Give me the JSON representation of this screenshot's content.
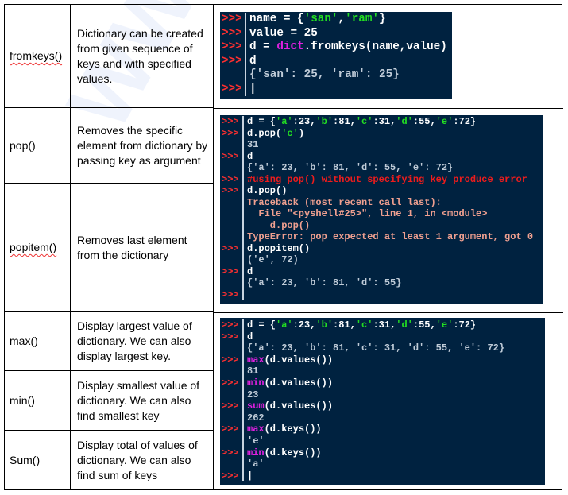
{
  "rows": [
    {
      "fn": "fromkeys()",
      "desc": "Dictionary can be created from given sequence of keys and with specified values."
    },
    {
      "fn": "pop()",
      "desc": "Removes the specific element from dictionary by passing key as argument"
    },
    {
      "fn": "popitem()",
      "desc": "Removes last element from the dictionary"
    },
    {
      "fn": "max()",
      "desc": "Display largest value of dictionary. We can also display largest key."
    },
    {
      "fn": "min()",
      "desc": "Display smallest value of dictionary. We can also find smallest key"
    },
    {
      "fn": "Sum()",
      "desc": "Display total of values of dictionary. We can also find sum of keys"
    }
  ],
  "prompt": ">>>",
  "colors": {
    "terminal_bg": "#002240",
    "prompt": "#ff3030",
    "string": "#22dd22",
    "builtin": "#e020e0",
    "output": "#c0ccd8",
    "error": "#f0a090",
    "comment": "#ee1c1c"
  },
  "terminals": [
    {
      "lines": [
        {
          "p": true,
          "s": [
            [
              "w",
              "name = {"
            ],
            [
              "g",
              "'san'"
            ],
            [
              "w",
              ","
            ],
            [
              "g",
              "'ram'"
            ],
            [
              "w",
              "}"
            ]
          ]
        },
        {
          "p": true,
          "s": [
            [
              "w",
              "value = 25"
            ]
          ]
        },
        {
          "p": true,
          "s": [
            [
              "w",
              "d = "
            ],
            [
              "m",
              "dict"
            ],
            [
              "w",
              ".fromkeys(name,value)"
            ]
          ]
        },
        {
          "p": true,
          "s": [
            [
              "w",
              "d"
            ]
          ]
        },
        {
          "p": false,
          "s": [
            [
              "o",
              "{'san': 25, 'ram': 25}"
            ]
          ]
        },
        {
          "p": true,
          "s": [
            [
              "w",
              "|"
            ]
          ]
        }
      ]
    },
    {
      "lines": [
        {
          "p": true,
          "s": [
            [
              "w",
              "d = {"
            ],
            [
              "g",
              "'a'"
            ],
            [
              "w",
              ":23,"
            ],
            [
              "g",
              "'b'"
            ],
            [
              "w",
              ":81,"
            ],
            [
              "g",
              "'c'"
            ],
            [
              "w",
              ":31,"
            ],
            [
              "g",
              "'d'"
            ],
            [
              "w",
              ":55,"
            ],
            [
              "g",
              "'e'"
            ],
            [
              "w",
              ":72}"
            ]
          ]
        },
        {
          "p": true,
          "s": [
            [
              "w",
              "d.pop("
            ],
            [
              "g",
              "'c'"
            ],
            [
              "w",
              ")"
            ]
          ]
        },
        {
          "p": false,
          "s": [
            [
              "o",
              "31"
            ]
          ]
        },
        {
          "p": true,
          "s": [
            [
              "w",
              "d"
            ]
          ]
        },
        {
          "p": false,
          "s": [
            [
              "o",
              "{'a': 23, 'b': 81, 'd': 55, 'e': 72}"
            ]
          ]
        },
        {
          "p": true,
          "s": [
            [
              "r",
              "#using pop() without specifying key produce error"
            ]
          ]
        },
        {
          "p": true,
          "s": [
            [
              "w",
              "d.pop()"
            ]
          ]
        },
        {
          "p": false,
          "s": [
            [
              "e",
              "Traceback (most recent call last):"
            ]
          ]
        },
        {
          "p": false,
          "s": [
            [
              "e",
              "  File \"<pyshell#25>\", line 1, in <module>"
            ]
          ]
        },
        {
          "p": false,
          "s": [
            [
              "e",
              "    d.pop()"
            ]
          ]
        },
        {
          "p": false,
          "s": [
            [
              "e",
              "TypeError: pop expected at least 1 argument, got 0"
            ]
          ]
        },
        {
          "p": true,
          "s": [
            [
              "w",
              "d.popitem()"
            ]
          ]
        },
        {
          "p": false,
          "s": [
            [
              "o",
              "('e', 72)"
            ]
          ]
        },
        {
          "p": true,
          "s": [
            [
              "w",
              "d"
            ]
          ]
        },
        {
          "p": false,
          "s": [
            [
              "o",
              "{'a': 23, 'b': 81, 'd': 55}"
            ]
          ]
        },
        {
          "p": true,
          "s": [
            [
              "w",
              ""
            ]
          ]
        }
      ]
    },
    {
      "lines": [
        {
          "p": true,
          "s": [
            [
              "w",
              "d = {"
            ],
            [
              "g",
              "'a'"
            ],
            [
              "w",
              ":23,"
            ],
            [
              "g",
              "'b'"
            ],
            [
              "w",
              ":81,"
            ],
            [
              "g",
              "'c'"
            ],
            [
              "w",
              ":31,"
            ],
            [
              "g",
              "'d'"
            ],
            [
              "w",
              ":55,"
            ],
            [
              "g",
              "'e'"
            ],
            [
              "w",
              ":72}"
            ]
          ]
        },
        {
          "p": true,
          "s": [
            [
              "w",
              "d"
            ]
          ]
        },
        {
          "p": false,
          "s": [
            [
              "o",
              "{'a': 23, 'b': 81, 'c': 31, 'd': 55, 'e': 72}"
            ]
          ]
        },
        {
          "p": true,
          "s": [
            [
              "m",
              "max"
            ],
            [
              "w",
              "(d.values())"
            ]
          ]
        },
        {
          "p": false,
          "s": [
            [
              "o",
              "81"
            ]
          ]
        },
        {
          "p": true,
          "s": [
            [
              "m",
              "min"
            ],
            [
              "w",
              "(d.values())"
            ]
          ]
        },
        {
          "p": false,
          "s": [
            [
              "o",
              "23"
            ]
          ]
        },
        {
          "p": true,
          "s": [
            [
              "m",
              "sum"
            ],
            [
              "w",
              "(d.values())"
            ]
          ]
        },
        {
          "p": false,
          "s": [
            [
              "o",
              "262"
            ]
          ]
        },
        {
          "p": true,
          "s": [
            [
              "m",
              "max"
            ],
            [
              "w",
              "(d.keys())"
            ]
          ]
        },
        {
          "p": false,
          "s": [
            [
              "o",
              "'e'"
            ]
          ]
        },
        {
          "p": true,
          "s": [
            [
              "m",
              "min"
            ],
            [
              "w",
              "(d.keys())"
            ]
          ]
        },
        {
          "p": false,
          "s": [
            [
              "o",
              "'a'"
            ]
          ]
        },
        {
          "p": true,
          "s": [
            [
              "w",
              "|"
            ]
          ]
        }
      ]
    }
  ]
}
